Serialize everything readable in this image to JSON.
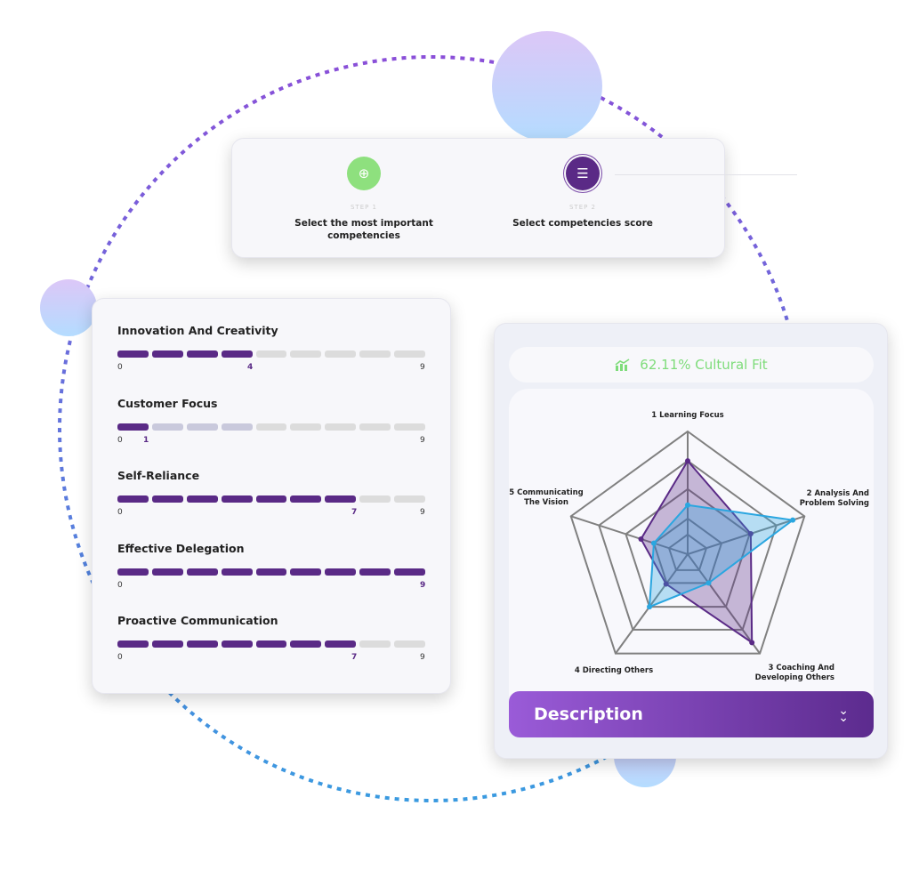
{
  "steps": [
    {
      "label": "STEP 1",
      "title_l1": "Select the most important",
      "title_l2": "competencies",
      "icon": "target-add-icon",
      "color": "#8ee07e"
    },
    {
      "label": "STEP 2",
      "title_l1": "Select competencies score",
      "icon": "checklist-icon",
      "color": "#5a2a86"
    }
  ],
  "competencies": [
    {
      "name": "Innovation And Creativity",
      "value": 4,
      "min": "0",
      "max": "9",
      "value_label": "4"
    },
    {
      "name": "Customer Focus",
      "value": 1,
      "min": "0",
      "max": "9",
      "value_label": "1"
    },
    {
      "name": "Self-Reliance",
      "value": 7,
      "min": "0",
      "max": "9",
      "value_label": "7"
    },
    {
      "name": "Effective Delegation",
      "value": 9,
      "min": "0",
      "max": "9",
      "value_label": "9"
    },
    {
      "name": "Proactive Communication",
      "value": 7,
      "min": "0",
      "max": "9",
      "value_label": "7"
    }
  ],
  "fit": {
    "text": "62.11% Cultural Fit",
    "icon": "chart-growth-icon",
    "color": "#7edc7a"
  },
  "description": {
    "label": "Description",
    "icon": "double-chevron-down-icon"
  },
  "chart_data": {
    "type": "radar",
    "axes": [
      {
        "l1": "1 Learning Focus",
        "l2": ""
      },
      {
        "l1": "2 Analysis And",
        "l2": "Problem Solving"
      },
      {
        "l1": "3 Coaching And",
        "l2": "Developing Others"
      },
      {
        "l1": "4 Directing Others",
        "l2": ""
      },
      {
        "l1": "5 Communicating",
        "l2": "The Vision"
      }
    ],
    "range": [
      0,
      1
    ],
    "series": [
      {
        "name": "purple",
        "color": "#5a2a86",
        "values": [
          0.76,
          0.54,
          0.89,
          0.3,
          0.4
        ]
      },
      {
        "name": "blue",
        "color": "#2aa6e0",
        "values": [
          0.4,
          0.9,
          0.29,
          0.53,
          0.29
        ]
      }
    ]
  }
}
